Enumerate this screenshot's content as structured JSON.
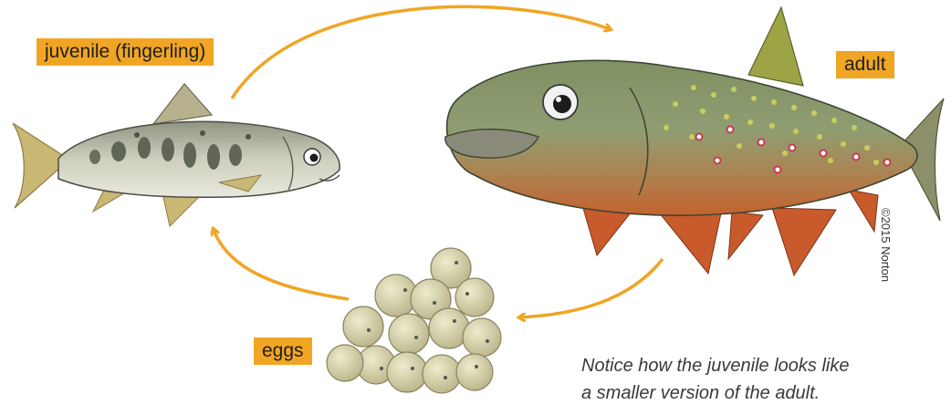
{
  "labels": {
    "juvenile": "juvenile (fingerling)",
    "adult": "adult",
    "eggs": "eggs"
  },
  "note": {
    "line1": "Notice how the juvenile looks like",
    "line2": "a smaller version of the adult."
  },
  "copyright": "©2015 Norton",
  "colors": {
    "arrow": "#f0a524",
    "label_bg": "#f0a524",
    "egg": "#d3cfa4",
    "juvenile_body": "#c9c9b6",
    "adult_back": "#8f9e72",
    "adult_belly": "#c4632e"
  }
}
